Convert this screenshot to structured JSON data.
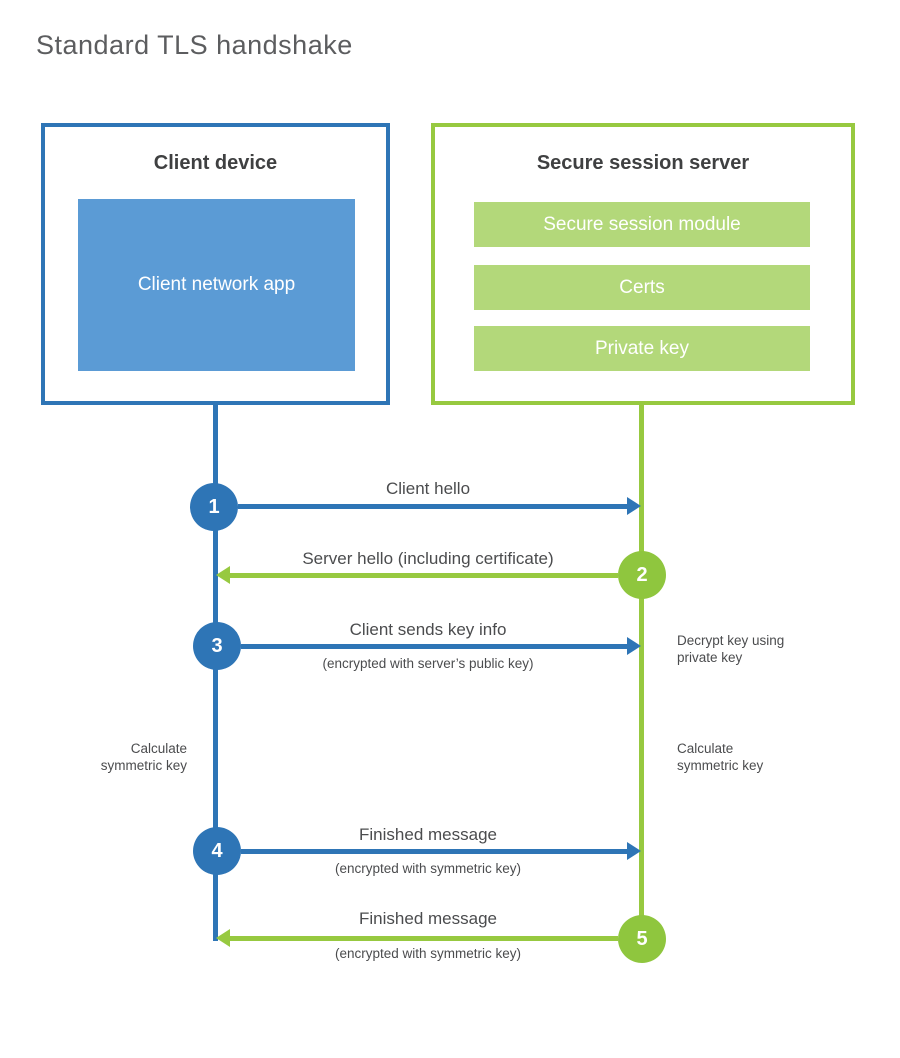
{
  "title": "Standard TLS handshake",
  "colors": {
    "blue": "#2e75b6",
    "blue_light": "#5b9bd5",
    "green": "#97c940",
    "green_circle": "#8fc63e",
    "green_light": "#b3d87a",
    "heading_text": "#3f4041",
    "label_text": "#4b4c4e",
    "title_text": "#5c5d5f"
  },
  "client_box": {
    "heading": "Client device",
    "app_line1": "Client network",
    "app_line2": "app"
  },
  "server_box": {
    "heading": "Secure session server",
    "modules": [
      "Secure session module",
      "Certs",
      "Private key"
    ]
  },
  "messages": [
    {
      "num": "1",
      "label": "Client hello",
      "sublabel": "",
      "direction": "client-to-server"
    },
    {
      "num": "2",
      "label": "Server hello (including certificate)",
      "sublabel": "",
      "direction": "server-to-client"
    },
    {
      "num": "3",
      "label": "Client sends key info",
      "sublabel": "(encrypted with server’s public key)",
      "direction": "client-to-server"
    },
    {
      "num": "4",
      "label": "Finished message",
      "sublabel": "(encrypted with symmetric key)",
      "direction": "client-to-server"
    },
    {
      "num": "5",
      "label": "Finished message",
      "sublabel": "(encrypted with symmetric key)",
      "direction": "server-to-client"
    }
  ],
  "side_notes": {
    "left_calculate": {
      "line1": "Calculate",
      "line2": "symmetric key"
    },
    "right_decrypt": {
      "line1": "Decrypt key using",
      "line2": "private key"
    },
    "right_calculate": {
      "line1": "Calculate",
      "line2": "symmetric key"
    }
  }
}
